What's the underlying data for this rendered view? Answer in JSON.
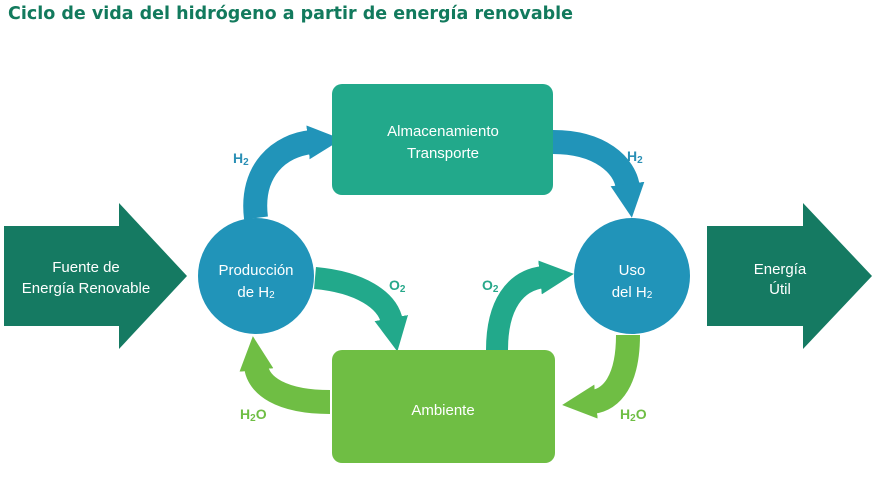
{
  "title": "Ciclo de vida del hidrógeno a partir de energía renovable",
  "nodes": {
    "fuente": {
      "line1": "Fuente de",
      "line2": "Energía Renovable"
    },
    "produccion": {
      "line1": "Producción",
      "line2": "de H",
      "line2_sub": "2"
    },
    "almacenamiento": {
      "line1": "Almacenamiento",
      "line2": "Transporte"
    },
    "uso": {
      "line1": "Uso",
      "line2": "del H",
      "line2_sub": "2"
    },
    "ambiente": {
      "line1": "Ambiente"
    },
    "energia": {
      "line1": "Energía",
      "line2": "Útil"
    }
  },
  "flows": {
    "h2_left": {
      "base": "H",
      "sub": "2"
    },
    "h2_right": {
      "base": "H",
      "sub": "2"
    },
    "o2_left": {
      "base": "O",
      "sub": "2"
    },
    "o2_right": {
      "base": "O",
      "sub": "2"
    },
    "h2o_left": {
      "base": "H",
      "sub": "2",
      "tail": "O"
    },
    "h2o_right": {
      "base": "H",
      "sub": "2",
      "tail": "O"
    }
  },
  "colors": {
    "title": "#127a5d",
    "dark_green": "#157a62",
    "teal": "#22a98b",
    "blue": "#2194b9",
    "light_green": "#6fbe44",
    "label_blue": "#2a8fb5",
    "label_teal": "#27a88a",
    "label_green": "#6fbe44"
  }
}
